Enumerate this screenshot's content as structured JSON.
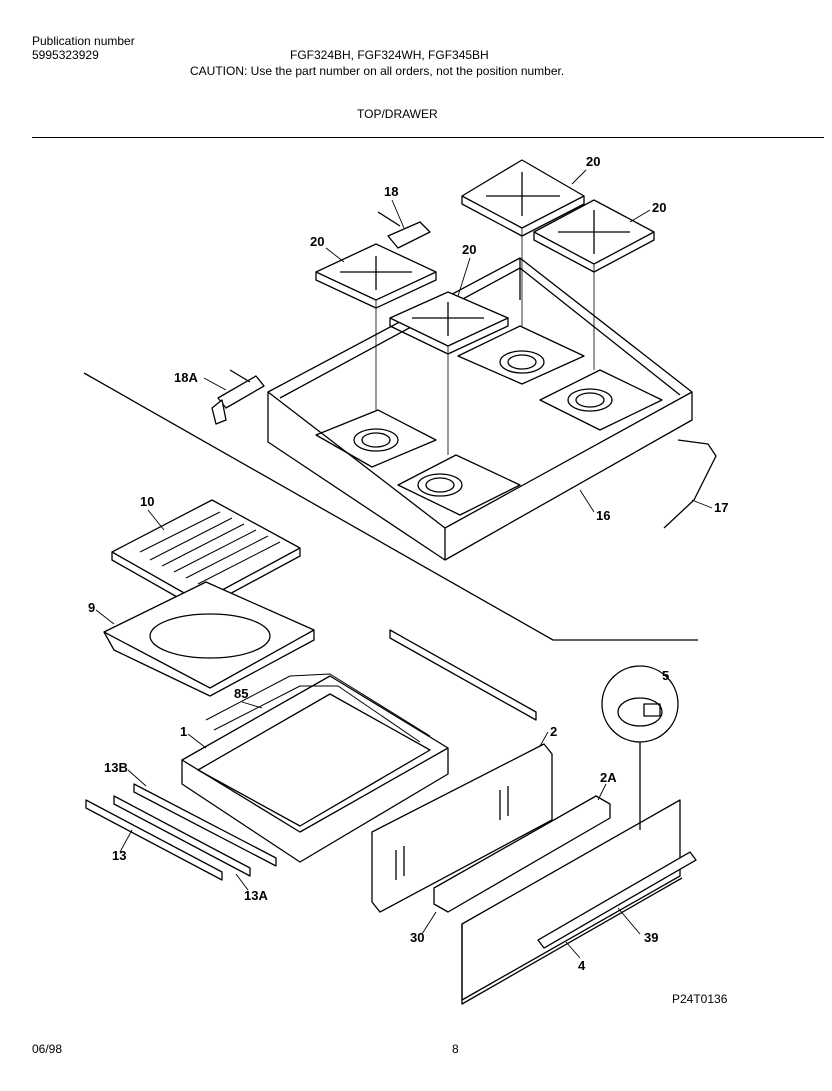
{
  "header": {
    "publication_label": "Publication number",
    "publication_number": "5995323929",
    "models": "FGF324BH, FGF324WH, FGF345BH",
    "caution": "CAUTION:  Use the part number on all orders, not the position number.",
    "section_title": "TOP/DRAWER"
  },
  "callouts": {
    "c20a": "20",
    "c20b": "20",
    "c20c": "20",
    "c20d": "20",
    "c18": "18",
    "c18a": "18A",
    "c10": "10",
    "c9": "9",
    "c16": "16",
    "c17": "17",
    "c5": "5",
    "c85": "85",
    "c1": "1",
    "c2": "2",
    "c13b": "13B",
    "c13": "13",
    "c13a": "13A",
    "c2a": "2A",
    "c30": "30",
    "c39": "39",
    "c4": "4"
  },
  "footer": {
    "date": "06/98",
    "page": "8",
    "figure_id": "P24T0136"
  }
}
